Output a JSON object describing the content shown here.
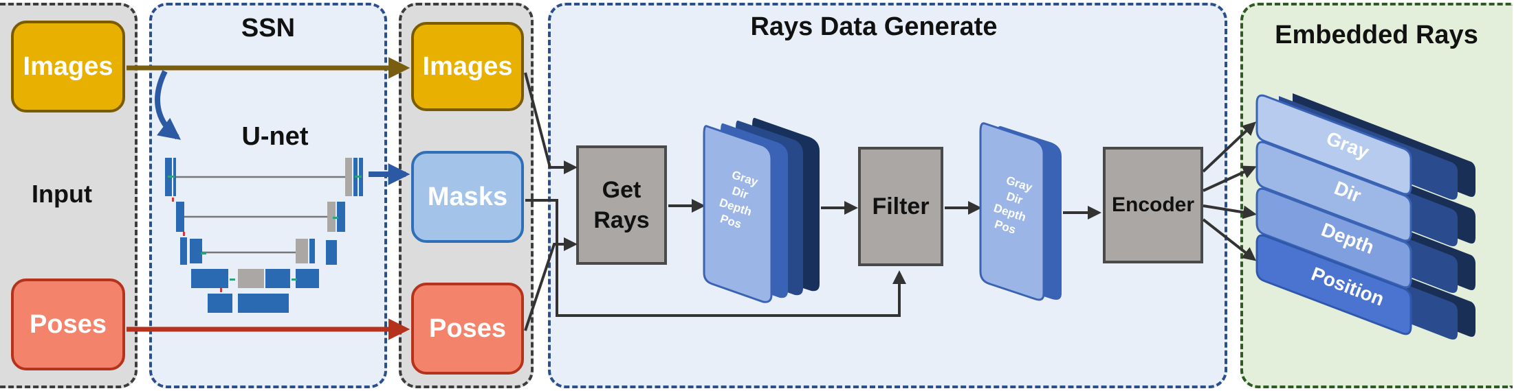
{
  "panels": {
    "input": {
      "title": "Input"
    },
    "ssn": {
      "title": "SSN",
      "unet_label": "U-net"
    },
    "rays": {
      "title": "Rays Data Generate"
    },
    "embedded": {
      "title": "Embedded Rays"
    }
  },
  "input_nodes": {
    "images": "Images",
    "poses": "Poses"
  },
  "middle_nodes": {
    "images": "Images",
    "masks": "Masks",
    "poses": "Poses"
  },
  "processes": {
    "get_rays_line1": "Get",
    "get_rays_line2": "Rays",
    "filter": "Filter",
    "encoder": "Encoder"
  },
  "feature_stack": {
    "lines": [
      "Gray",
      "Dir",
      "Depth",
      "Pos"
    ]
  },
  "embedded_layers": [
    "Gray",
    "Dir",
    "Depth",
    "Position"
  ],
  "colors": {
    "image_arrow": "#7a5e10",
    "pose_arrow": "#b5321c",
    "unet_arrow": "#2b59a3",
    "flow_arrow": "#333333"
  }
}
